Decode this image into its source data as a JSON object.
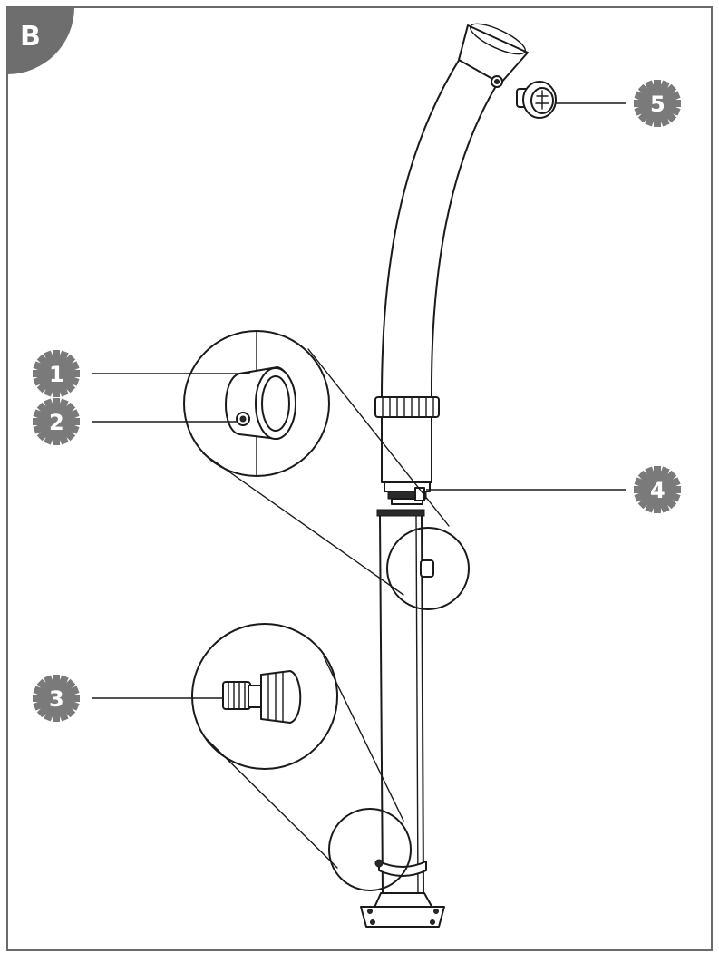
{
  "figure": {
    "section_label": "B",
    "callouts": [
      {
        "id": "1",
        "label": "1"
      },
      {
        "id": "2",
        "label": "2"
      },
      {
        "id": "3",
        "label": "3"
      },
      {
        "id": "4",
        "label": "4"
      },
      {
        "id": "5",
        "label": "5"
      }
    ]
  },
  "colors": {
    "line": "#1a1a1a",
    "badge_fill": "#7a7a7a",
    "section_tab": "#6e6e6e",
    "background": "#ffffff"
  }
}
